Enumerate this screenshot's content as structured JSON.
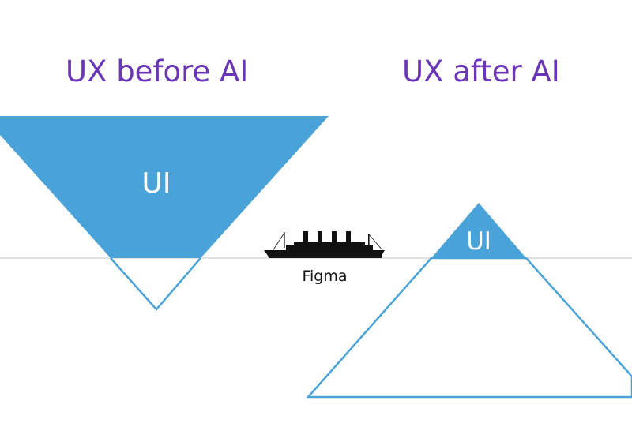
{
  "colors": {
    "title": "#6a35b8",
    "triangle_fill": "#4aa3d8",
    "triangle_outline": "#4aa3d8",
    "waterline": "#d9d9d9",
    "ship": "#111111"
  },
  "left_panel": {
    "title": "UX before AI",
    "triangle_label": "UI"
  },
  "right_panel": {
    "title": "UX after AI",
    "triangle_label": "UI"
  },
  "ship": {
    "icon": "ship-icon",
    "caption": "Figma"
  }
}
